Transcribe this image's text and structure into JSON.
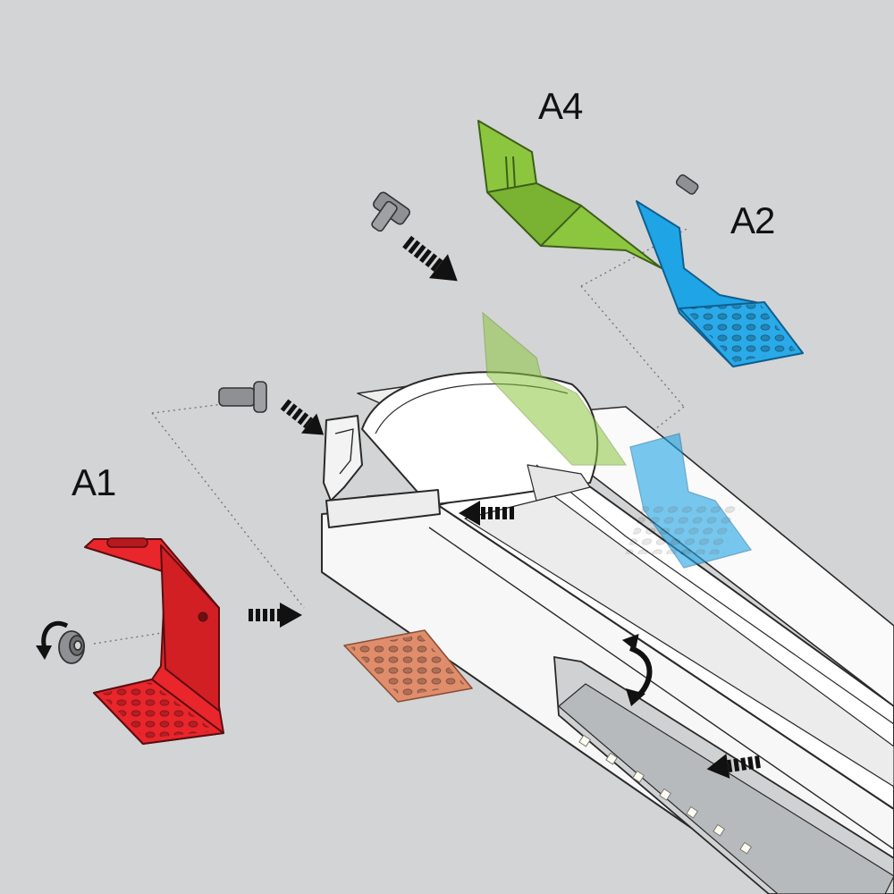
{
  "labels": {
    "a1": "A1",
    "a2": "A2",
    "a4": "A4"
  },
  "colors": {
    "background": "#d3d4d5",
    "bracket_a1": "#e8262b",
    "bracket_a2": "#1fa4e6",
    "bracket_a4": "#8cc63f",
    "pad": "#e08d6c",
    "profile": "#ffffff",
    "outline": "#2a2a2a",
    "arrow": "#111111",
    "screw": "#8e9093"
  },
  "icons": {
    "rotate": "rotate-arrow-icon",
    "insert_arrow": "insert-arrow-icon"
  }
}
